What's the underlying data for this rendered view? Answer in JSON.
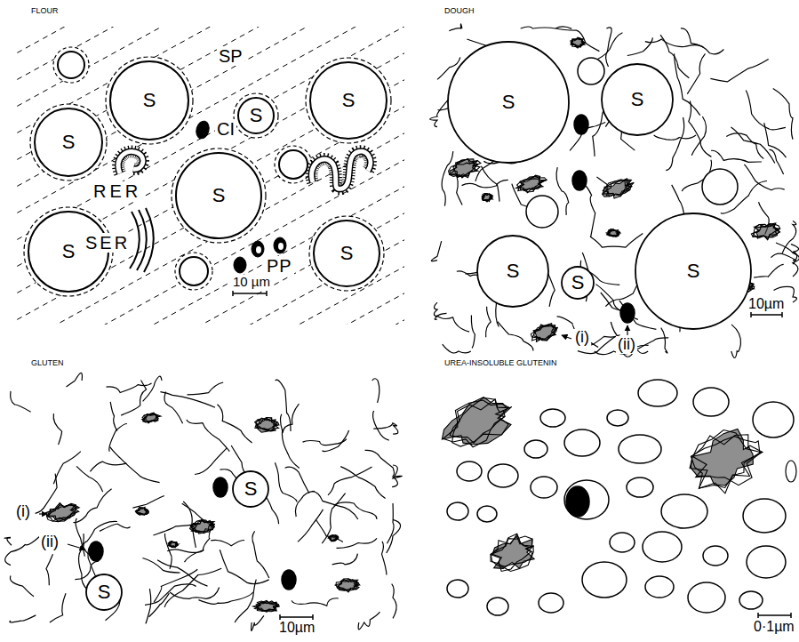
{
  "diagram": {
    "nodes": [
      {
        "text": [
          "S"
        ]
      },
      {
        "text": [
          "S"
        ]
      },
      {
        "text": [
          "S"
        ]
      },
      {
        "text": [
          "S"
        ]
      },
      {
        "text": [
          "S"
        ]
      },
      {
        "text": [
          "S"
        ]
      },
      {
        "text": [
          "S"
        ]
      },
      {
        "text": [
          "S"
        ]
      },
      {
        "text": [
          "S"
        ]
      },
      {
        "text": [
          "S"
        ]
      },
      {
        "text": [
          "S"
        ]
      },
      {
        "text": [
          "S"
        ]
      },
      {
        "text": [
          "S"
        ]
      },
      {
        "text": [
          "S"
        ]
      }
    ],
    "labels": [
      "FLOUR",
      "SP",
      "CI",
      "RER",
      "SER",
      "PP",
      "10 µm",
      "DOUGH",
      "10µm",
      "(i)",
      "(ii)",
      "GLUTEN",
      "(i)",
      "(ii)",
      "10µm",
      "UREA-INSOLUBLE GLUTENIN",
      "0·1µm"
    ]
  }
}
